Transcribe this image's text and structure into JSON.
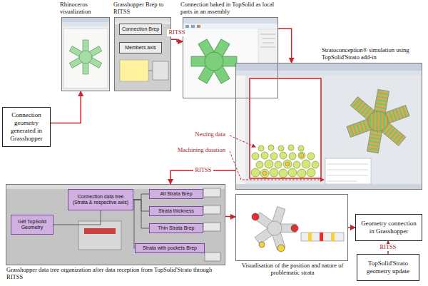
{
  "diagram": {
    "nodes": [
      {
        "text": [
          "Connection geometry generated in Grasshopper"
        ]
      },
      {
        "text": [
          "Rhinoceros visualization"
        ]
      },
      {
        "text": [
          "Grasshopper Brep to RITSS"
        ]
      },
      {
        "text": [
          "Connection Brep"
        ],
        "in": 2
      },
      {
        "text": [
          "Members axis"
        ],
        "in": 2
      },
      {
        "text": [
          "Connection baked in TopSolid as local parts in an assembly"
        ]
      },
      {
        "text": [
          "Stratoconception® simulation using TopSolid'Strato add-in"
        ]
      },
      {
        "text": [
          "Grasshopper data tree organization after data reception from TopSolid'Strato through RITSS"
        ]
      },
      {
        "text": [
          "Get TopSolid Geometry"
        ],
        "in": 7
      },
      {
        "text": [
          "Connection data tree (Strata & respective axis)"
        ],
        "in": 7
      },
      {
        "text": [
          "All Strata Brep"
        ],
        "in": 7
      },
      {
        "text": [
          "Strata thickness"
        ],
        "in": 7
      },
      {
        "text": [
          "Thin Strata Brep"
        ],
        "in": 7
      },
      {
        "text": [
          "Strata with pockets Brep"
        ],
        "in": 7
      },
      {
        "text": [
          "Visualisation of the position and nature of problematic strata"
        ]
      },
      {
        "text": [
          "Geometry connection in Grasshopper"
        ]
      },
      {
        "text": [
          "TopSolid'Strato geometry update"
        ]
      }
    ],
    "edges": [
      {
        "from": 0,
        "to": 1,
        "arrow": "to"
      },
      {
        "from": 2,
        "to": 5,
        "label": "RITSS",
        "arrow": "to"
      },
      {
        "from": 5,
        "to": 6,
        "arrow": "to"
      },
      {
        "from": 6,
        "to": 7,
        "label": "RITSS",
        "arrow": "to"
      },
      {
        "from": 7,
        "to": 14,
        "arrow": "to"
      },
      {
        "from": 14,
        "to": 15,
        "arrow": "to"
      },
      {
        "from": 16,
        "to": 15,
        "label": "RITSS",
        "arrow": "to"
      },
      {
        "from": 8,
        "to": 9,
        "arrow": "none"
      },
      {
        "from": 9,
        "to": 10,
        "arrow": "none"
      },
      {
        "from": 9,
        "to": 11,
        "arrow": "none"
      },
      {
        "from": 9,
        "to": 12,
        "arrow": "none"
      },
      {
        "from": 9,
        "to": 13,
        "arrow": "none"
      }
    ],
    "labels": [
      "Nesting data",
      "Machining duration"
    ]
  }
}
